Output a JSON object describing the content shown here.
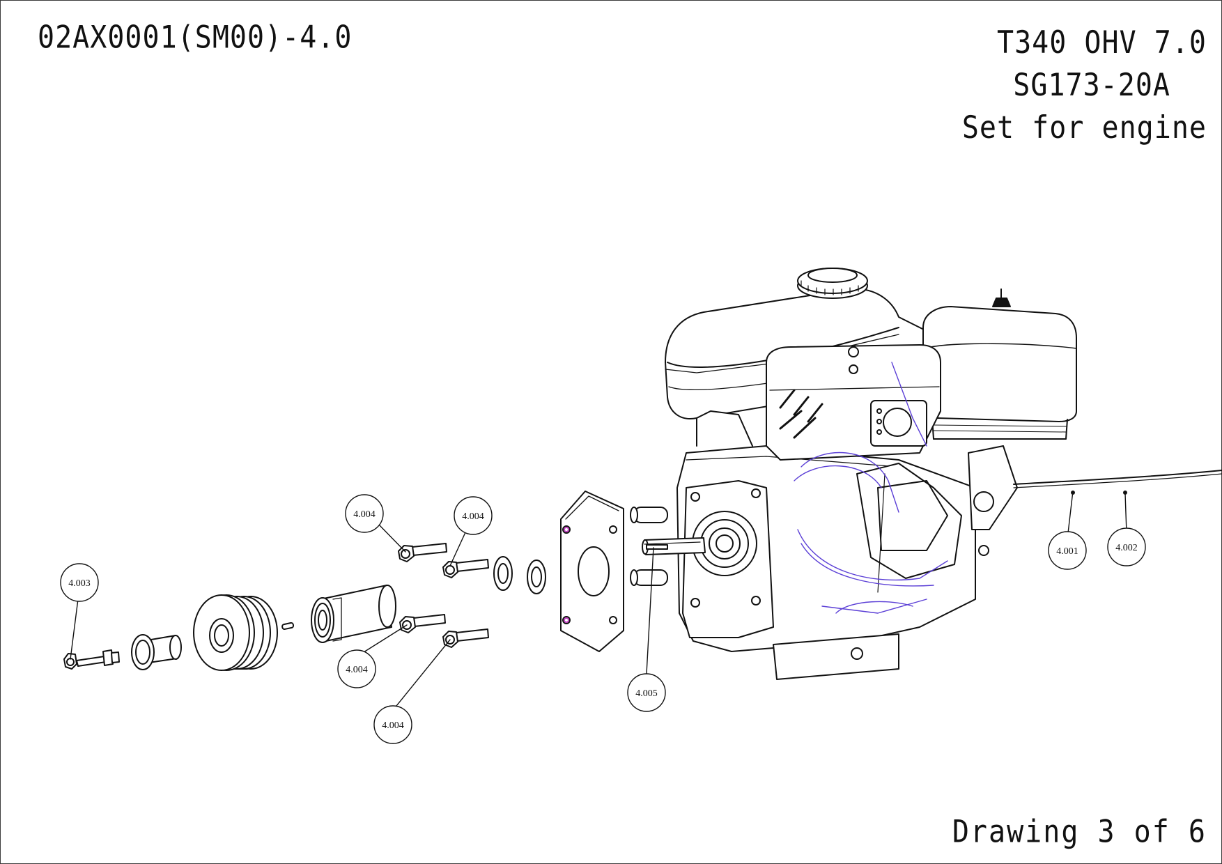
{
  "header": {
    "code": "02AX0001(SM00)-4.0",
    "model": "T340 OHV 7.0",
    "part_number": "SG173-20A",
    "description": "Set for engine"
  },
  "footer": {
    "drawing_of": "Drawing 3 of 6"
  },
  "callouts": [
    {
      "id": "c1",
      "label": "4.004"
    },
    {
      "id": "c2",
      "label": "4.004"
    },
    {
      "id": "c3",
      "label": "4.003"
    },
    {
      "id": "c4",
      "label": "4.004"
    },
    {
      "id": "c5",
      "label": "4.004"
    },
    {
      "id": "c6",
      "label": "4.005"
    },
    {
      "id": "c7",
      "label": "4.001"
    },
    {
      "id": "c8",
      "label": "4.002"
    }
  ],
  "colors": {
    "line": "#111111",
    "hidden_wiring": "#5b3fd6",
    "accent_pink": "#c040c0"
  }
}
